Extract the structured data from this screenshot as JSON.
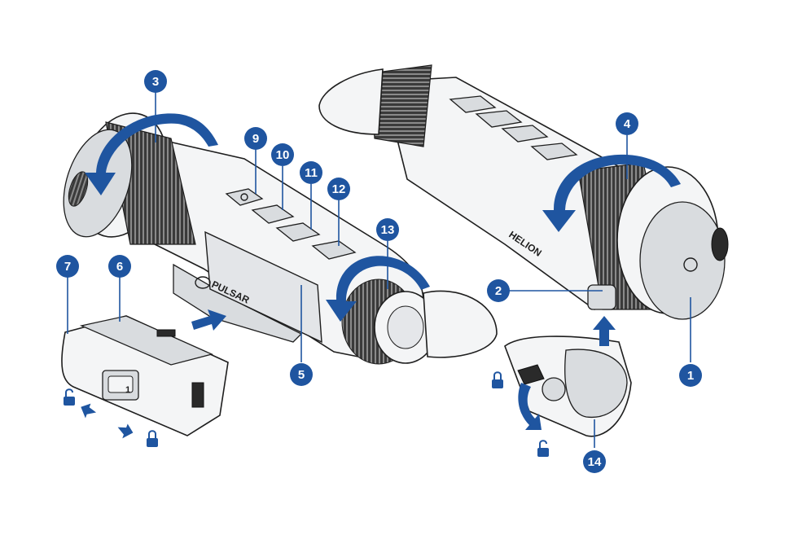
{
  "colors": {
    "accent": "#1f55a0",
    "outline": "#1e1e1e",
    "body": "#f4f5f6"
  },
  "brand": {
    "label": "PULSAR"
  },
  "model": {
    "label": "HELION"
  },
  "battery": {
    "slot_number": "1"
  },
  "callouts": [
    {
      "id": "1",
      "icon": "none"
    },
    {
      "id": "2",
      "icon": "none"
    },
    {
      "id": "3",
      "icon": "none"
    },
    {
      "id": "4",
      "icon": "none"
    },
    {
      "id": "5",
      "icon": "none"
    },
    {
      "id": "6",
      "icon": "none"
    },
    {
      "id": "7",
      "icon": "none"
    },
    {
      "id": "9",
      "icon": "none"
    },
    {
      "id": "10",
      "icon": "none"
    },
    {
      "id": "11",
      "icon": "none"
    },
    {
      "id": "12",
      "icon": "none"
    },
    {
      "id": "13",
      "icon": "none"
    },
    {
      "id": "14",
      "icon": "none"
    }
  ],
  "icons": [
    "lock-open-icon",
    "lock-closed-icon",
    "power-icon",
    "menu-icon",
    "arrow-up-icon",
    "arrow-down-icon"
  ]
}
